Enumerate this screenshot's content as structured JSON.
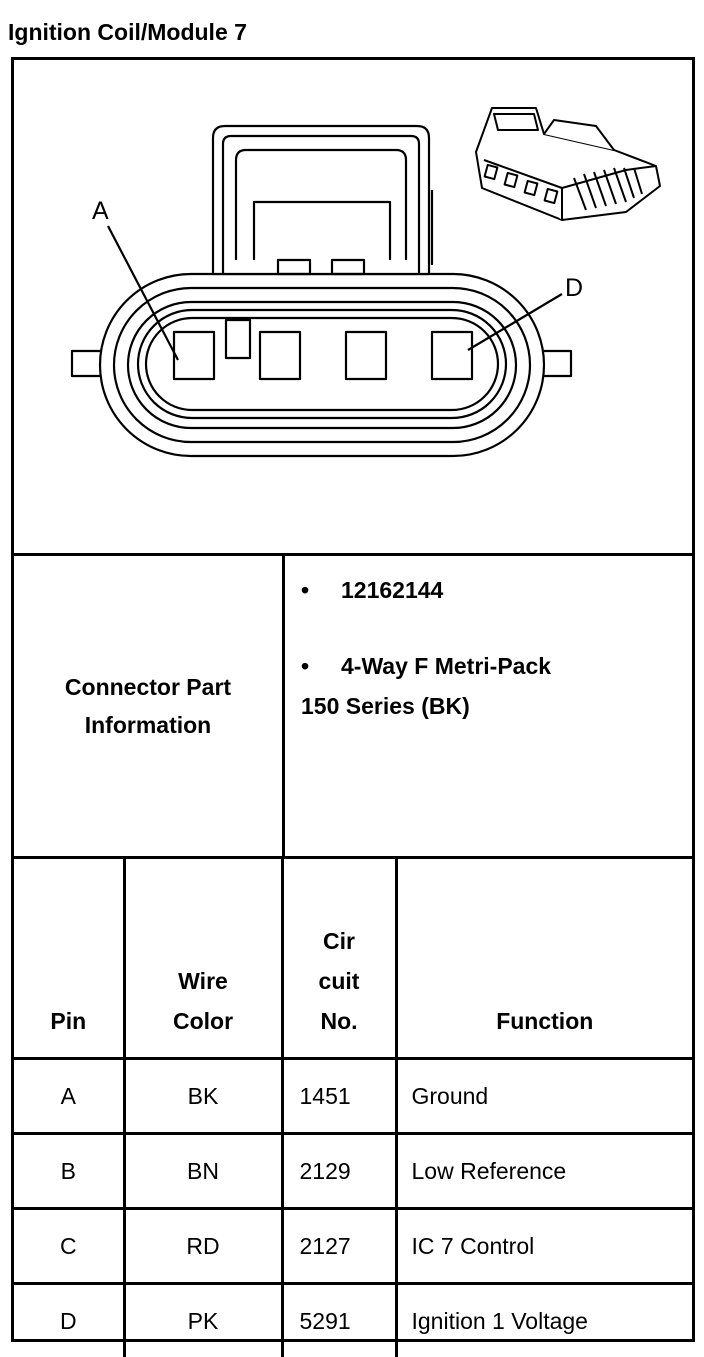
{
  "title": "Ignition Coil/Module 7",
  "callouts": {
    "first": "A",
    "last": "D"
  },
  "connector_info": {
    "label_line1": "Connector Part",
    "label_line2": "Information",
    "part_number": "12162144",
    "description_line1": "4-Way F Metri-Pack",
    "description_line2": "150 Series (BK)",
    "bullet": "•"
  },
  "table": {
    "headers": {
      "pin": "Pin",
      "wire_color_line1": "Wire",
      "wire_color_line2": "Color",
      "circuit_line1": "Cir",
      "circuit_line2": "cuit",
      "circuit_line3": "No.",
      "function": "Function"
    },
    "rows": [
      {
        "pin": "A",
        "wire_color": "BK",
        "circuit": "1451",
        "function": "Ground"
      },
      {
        "pin": "B",
        "wire_color": "BN",
        "circuit": "2129",
        "function": "Low Reference"
      },
      {
        "pin": "C",
        "wire_color": "RD",
        "circuit": "2127",
        "function": "IC 7 Control"
      },
      {
        "pin": "D",
        "wire_color": "PK",
        "circuit": "5291",
        "function": "Ignition 1 Voltage"
      }
    ]
  }
}
